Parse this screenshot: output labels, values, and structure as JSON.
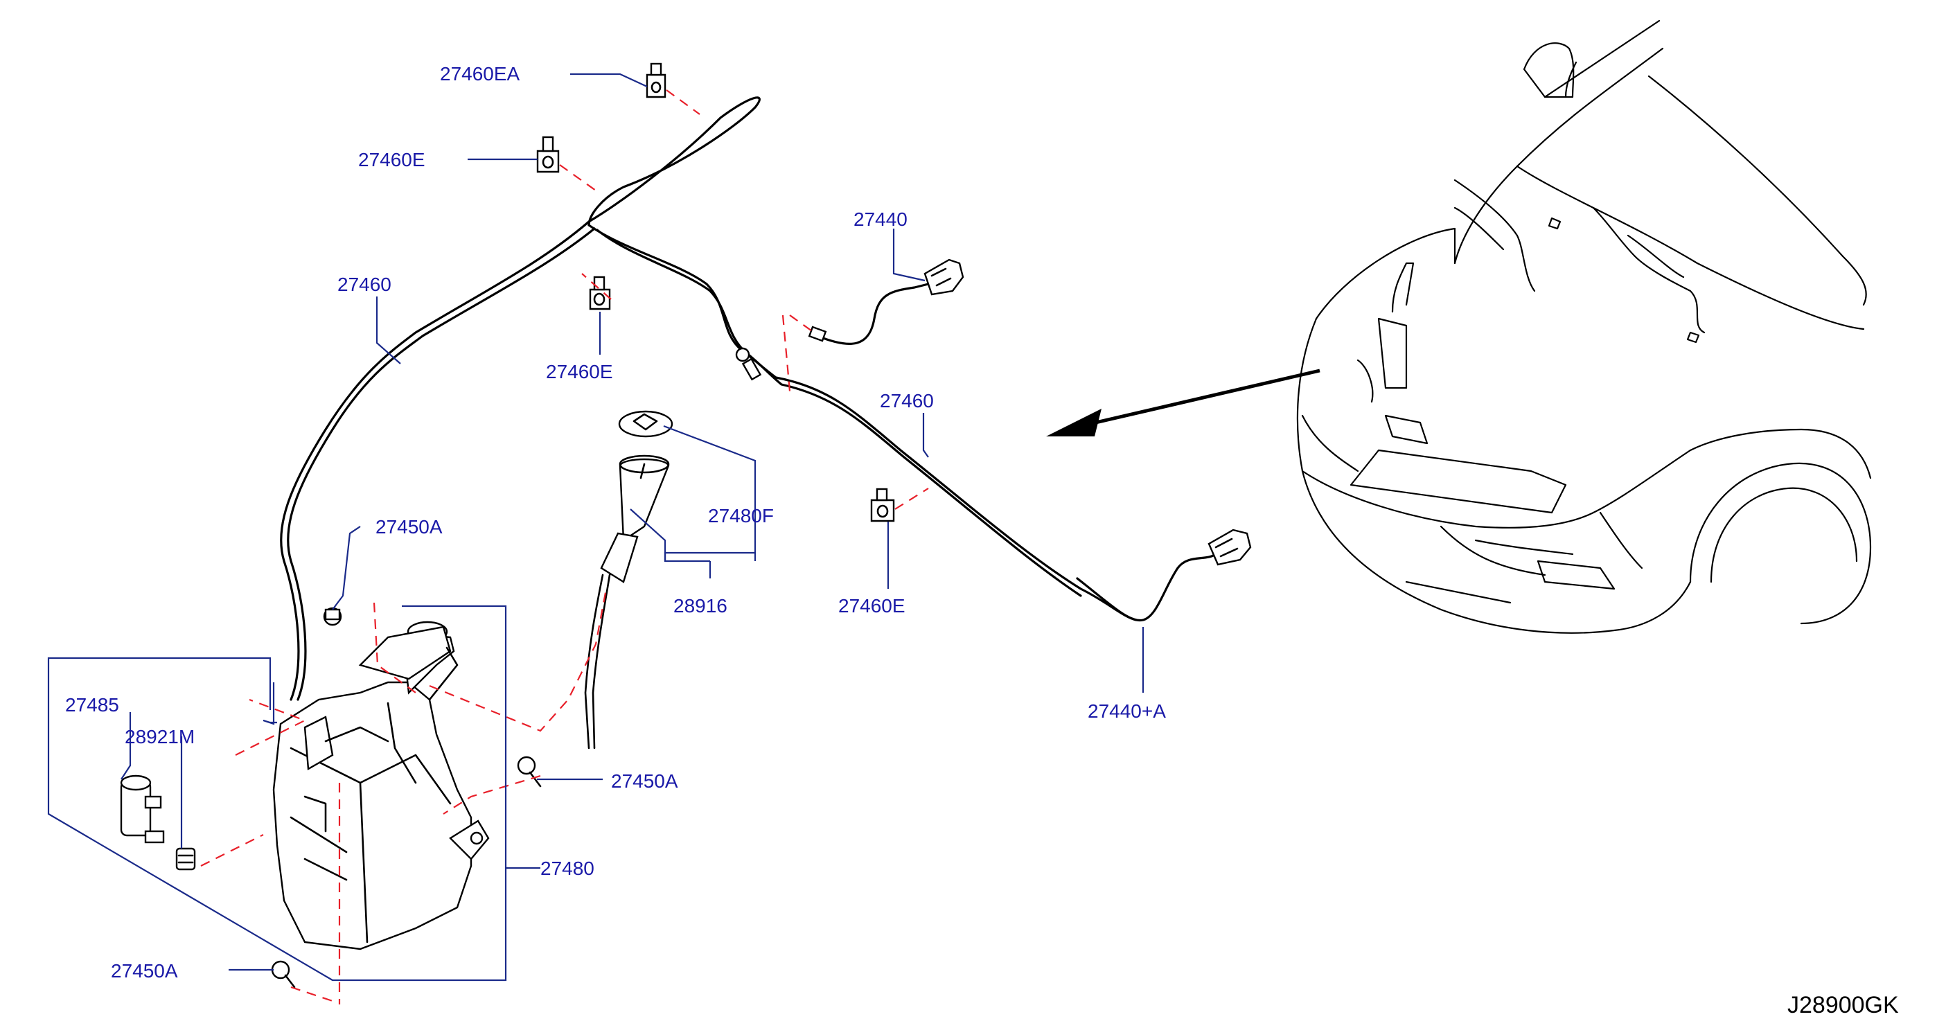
{
  "diagram": {
    "code": "J28900GK",
    "labels": {
      "l_27460EA": "27460EA",
      "l_27460E_top": "27460E",
      "l_27460_left": "27460",
      "l_27460E_mid": "27460E",
      "l_27440": "27440",
      "l_27460_right": "27460",
      "l_27480F": "27480F",
      "l_28916": "28916",
      "l_27460E_right": "27460E",
      "l_27440A": "27440+A",
      "l_27450A_top": "27450A",
      "l_27485": "27485",
      "l_28921M": "28921M",
      "l_27450A_mid": "27450A",
      "l_27480": "27480",
      "l_27450A_bottom": "27450A"
    }
  }
}
